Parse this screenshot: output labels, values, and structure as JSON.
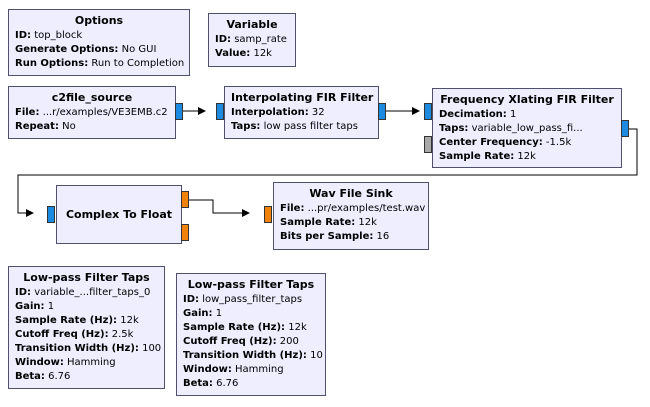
{
  "options_block": {
    "title": "Options",
    "rows": [
      {
        "key": "ID:",
        "value": " top_block"
      },
      {
        "key": "Generate Options:",
        "value": " No GUI"
      },
      {
        "key": "Run Options:",
        "value": " Run to Completion"
      }
    ]
  },
  "variable_block": {
    "title": "Variable",
    "rows": [
      {
        "key": "ID:",
        "value": " samp_rate"
      },
      {
        "key": "Value:",
        "value": " 12k"
      }
    ]
  },
  "c2file_block": {
    "title": "c2file_source",
    "rows": [
      {
        "key": "File:",
        "value": " ...r/examples/VE3EMB.c2"
      },
      {
        "key": "Repeat:",
        "value": " No"
      }
    ]
  },
  "interp_fir_block": {
    "title": "Interpolating FIR Filter",
    "rows": [
      {
        "key": "Interpolation:",
        "value": " 32"
      },
      {
        "key": "Taps:",
        "value": " low pass filter taps"
      }
    ]
  },
  "freq_xlating_block": {
    "title": "Frequency Xlating FIR Filter",
    "rows": [
      {
        "key": "Decimation:",
        "value": " 1"
      },
      {
        "key": "Taps:",
        "value": " variable_low_pass_fi..."
      },
      {
        "key": "Center Frequency:",
        "value": " -1.5k"
      },
      {
        "key": "Sample Rate:",
        "value": " 12k"
      }
    ]
  },
  "complex_to_float_block": {
    "title": "Complex To Float"
  },
  "wav_sink_block": {
    "title": "Wav File Sink",
    "rows": [
      {
        "key": "File:",
        "value": " ...pr/examples/test.wav"
      },
      {
        "key": "Sample Rate:",
        "value": " 12k"
      },
      {
        "key": "Bits per Sample:",
        "value": " 16"
      }
    ]
  },
  "lpf_taps_block_1": {
    "title": "Low-pass Filter Taps",
    "rows": [
      {
        "key": "ID:",
        "value": " variable_...filter_taps_0"
      },
      {
        "key": "Gain:",
        "value": " 1"
      },
      {
        "key": "Sample Rate (Hz):",
        "value": " 12k"
      },
      {
        "key": "Cutoff Freq (Hz):",
        "value": " 2.5k"
      },
      {
        "key": "Transition Width (Hz):",
        "value": " 100"
      },
      {
        "key": "Window:",
        "value": " Hamming"
      },
      {
        "key": "Beta:",
        "value": " 6.76"
      }
    ]
  },
  "lpf_taps_block_2": {
    "title": "Low-pass Filter Taps",
    "rows": [
      {
        "key": "ID:",
        "value": " low_pass_filter_taps"
      },
      {
        "key": "Gain:",
        "value": " 1"
      },
      {
        "key": "Sample Rate (Hz):",
        "value": " 12k"
      },
      {
        "key": "Cutoff Freq (Hz):",
        "value": " 200"
      },
      {
        "key": "Transition Width (Hz):",
        "value": " 10"
      },
      {
        "key": "Window:",
        "value": " Hamming"
      },
      {
        "key": "Beta:",
        "value": " 6.76"
      }
    ]
  },
  "colors": {
    "block_fill": "#eeeeff",
    "block_border": "#4f4f6e",
    "complex_port": "#1b8ae0",
    "float_port": "#f0820a",
    "message_port": "#a9a9a9"
  }
}
